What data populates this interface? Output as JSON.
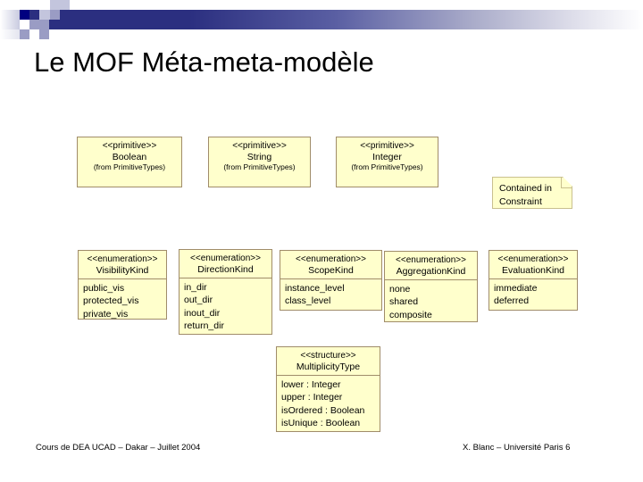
{
  "slide": {
    "title": "Le MOF Méta-meta-modèle"
  },
  "footer": {
    "left": "Cours de DEA UCAD – Dakar – Juillet 2004",
    "right": "X. Blanc – Université Paris 6"
  },
  "colors": {
    "box_fill": "#FFFFCC",
    "box_border": "#A08C6A",
    "header_accent": "#000080",
    "text": "#000000"
  },
  "diagram": {
    "type": "uml-class-diagram",
    "primitives": [
      {
        "stereotype": "<<primitive>>",
        "name": "Boolean",
        "from": "(from PrimitiveTypes)"
      },
      {
        "stereotype": "<<primitive>>",
        "name": "String",
        "from": "(from PrimitiveTypes)"
      },
      {
        "stereotype": "<<primitive>>",
        "name": "Integer",
        "from": "(from PrimitiveTypes)"
      }
    ],
    "note": {
      "line1": "Contained in",
      "line2": "Constraint"
    },
    "enumerations": [
      {
        "stereotype": "<<enumeration>>",
        "name": "VisibilityKind",
        "literals": [
          "public_vis",
          "protected_vis",
          "private_vis"
        ]
      },
      {
        "stereotype": "<<enumeration>>",
        "name": "DirectionKind",
        "literals": [
          "in_dir",
          "out_dir",
          "inout_dir",
          "return_dir"
        ]
      },
      {
        "stereotype": "<<enumeration>>",
        "name": "ScopeKind",
        "literals": [
          "instance_level",
          "class_level"
        ]
      },
      {
        "stereotype": "<<enumeration>>",
        "name": "AggregationKind",
        "literals": [
          "none",
          "shared",
          "composite"
        ]
      },
      {
        "stereotype": "<<enumeration>>",
        "name": "EvaluationKind",
        "literals": [
          "immediate",
          "deferred"
        ]
      }
    ],
    "structure": {
      "stereotype": "<<structure>>",
      "name": "MultiplicityType",
      "attributes": [
        "lower : Integer",
        "upper : Integer",
        "isOrdered : Boolean",
        "isUnique : Boolean"
      ]
    }
  }
}
